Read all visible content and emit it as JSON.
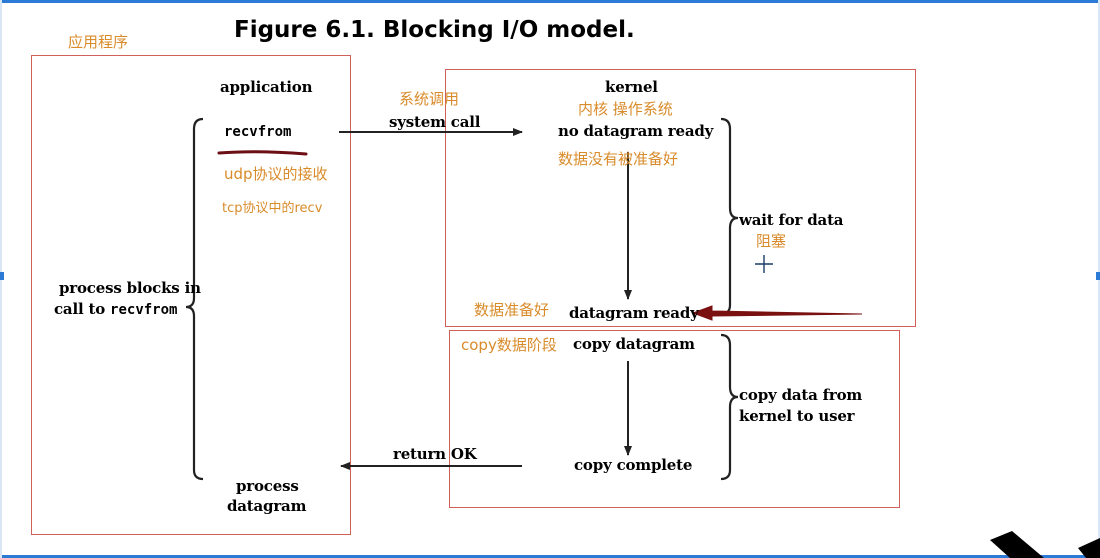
{
  "title": "Figure 6.1. Blocking I/O model.",
  "app_box_label": "应用程序",
  "application": {
    "heading": "application",
    "call": "recvfrom",
    "blocks_line1": "process blocks in",
    "blocks_line2_prefix": "call to ",
    "blocks_line2_code": "recvfrom",
    "process_line1": "process",
    "process_line2": "datagram"
  },
  "kernel": {
    "heading": "kernel",
    "no_datagram": "no datagram ready",
    "wait_for_data": "wait for data",
    "datagram_ready": "datagram ready",
    "copy_datagram": "copy datagram",
    "copy_data_line1": "copy data from",
    "copy_data_line2": "kernel to user",
    "copy_complete": "copy complete"
  },
  "arrows": {
    "system_call": "system call",
    "return_ok": "return OK"
  },
  "annotations": {
    "syscall_cn": "系统调用",
    "kernel_cn": "内核 操作系统",
    "not_ready_cn": "数据没有被准备好",
    "udp_cn": "udp协议的接收",
    "tcp_cn": "tcp协议中的recv",
    "block_cn": "阻塞",
    "ready_cn": "数据准备好",
    "copy_phase_cn": "copy数据阶段"
  },
  "colors": {
    "frame_blue": "#2b7bd6",
    "box_red": "#d0605a",
    "annotation_orange": "#d98b2b",
    "underline_darkred": "#6b0f14",
    "pointer_darkred": "#7a1010"
  }
}
